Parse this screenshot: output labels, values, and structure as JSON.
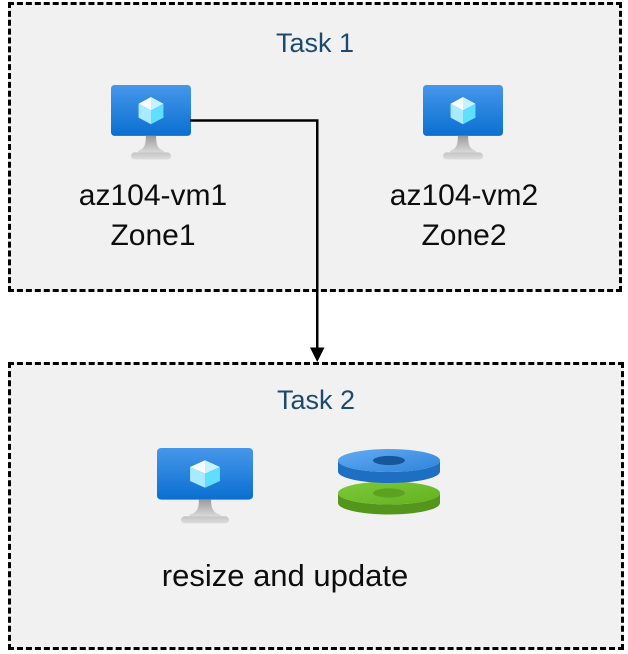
{
  "task1": {
    "title": "Task 1",
    "vms": [
      {
        "name": "az104-vm1",
        "zone": "Zone1"
      },
      {
        "name": "az104-vm2",
        "zone": "Zone2"
      }
    ]
  },
  "task2": {
    "title": "Task 2",
    "caption": "resize and update"
  },
  "icons": {
    "vm1": "virtual-machine-icon",
    "vm2": "virtual-machine-icon",
    "task2_vm": "virtual-machine-icon",
    "task2_disks": "managed-disks-icon"
  },
  "colors": {
    "box_fill": "#f1f1f1",
    "box_border": "#000000",
    "title_text": "#1c4a6e",
    "body_text": "#0d0d0d",
    "arrow": "#000000",
    "vm_screen_top": "#4697ea",
    "vm_screen_bottom": "#0a6fd0",
    "disk_blue_top": "#3e93e8",
    "disk_blue_side": "#1e6ec2",
    "disk_blue_hole": "#16579b",
    "disk_green_top": "#6ebe2a",
    "disk_green_side": "#54951c",
    "disk_green_hole": "#5ca122"
  }
}
